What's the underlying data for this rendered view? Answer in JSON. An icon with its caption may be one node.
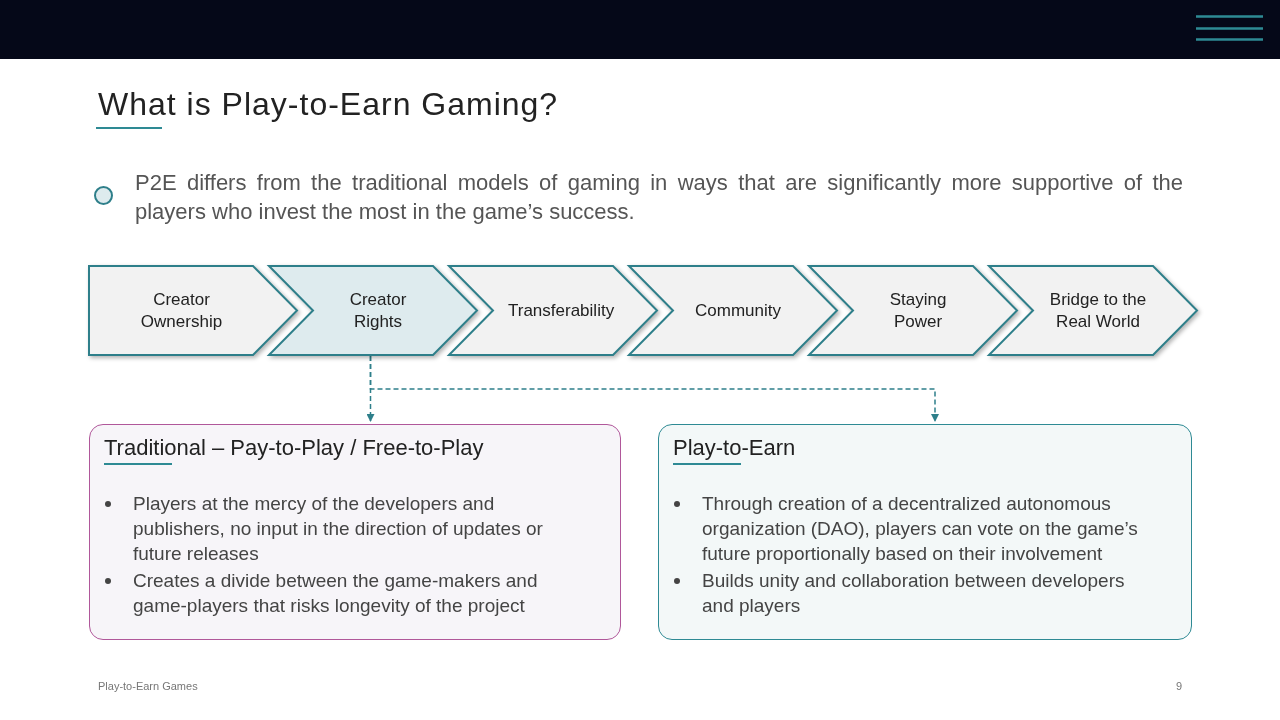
{
  "diagram": {
    "title": "What is Play-to-Earn Gaming?",
    "nodes": [
      {
        "text": [
          "Creator Ownership"
        ]
      },
      {
        "text": [
          "Creator Rights"
        ]
      },
      {
        "text": [
          "Transferability"
        ]
      },
      {
        "text": [
          "Community"
        ]
      },
      {
        "text": [
          "Staying Power"
        ]
      },
      {
        "text": [
          "Bridge to the Real World"
        ]
      },
      {
        "text": [
          "Traditional – Pay-to-Play / Free-to-Play",
          "Players at the mercy of the developers and publishers, no input in the direction of updates or future releases",
          "Creates a divide between the game-makers and game-players that risks longevity of the project"
        ]
      },
      {
        "text": [
          "Play-to-Earn",
          "Through creation of a decentralized autonomous organization (DAO), players can vote on the game’s future proportionally based on their involvement",
          "Builds unity and collaboration between developers and players"
        ]
      }
    ],
    "edges": [
      {
        "from": 1,
        "to": 6,
        "arrow": "to",
        "style": "dashed"
      },
      {
        "from": 1,
        "to": 7,
        "arrow": "to",
        "style": "dashed"
      }
    ],
    "labels": [
      "P2E differs from the traditional models of gaming in ways that are significantly more supportive of the players who invest the most in the game’s success.",
      "Play-to-Earn Games",
      "9"
    ]
  }
}
